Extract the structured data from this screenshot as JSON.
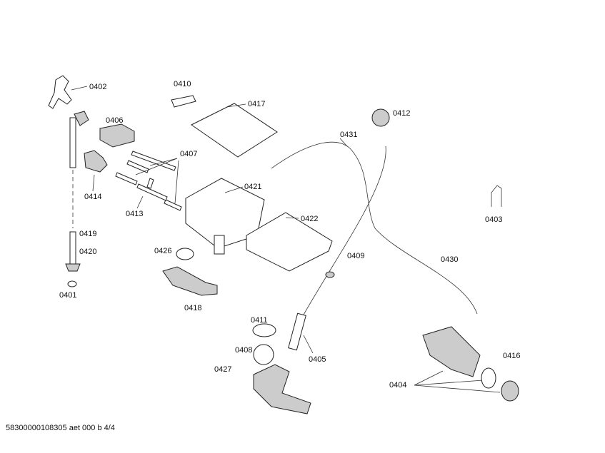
{
  "labels": [
    "0402",
    "0410",
    "0417",
    "0406",
    "0412",
    "0431",
    "0407",
    "0414",
    "0421",
    "0403",
    "0413",
    "0422",
    "0419",
    "0409",
    "0430",
    "0420",
    "0426",
    "0401",
    "0418",
    "0411",
    "0408",
    "0405",
    "0416",
    "0427",
    "0404"
  ],
  "footer": "58300000108305 aet 000 b 4/4"
}
